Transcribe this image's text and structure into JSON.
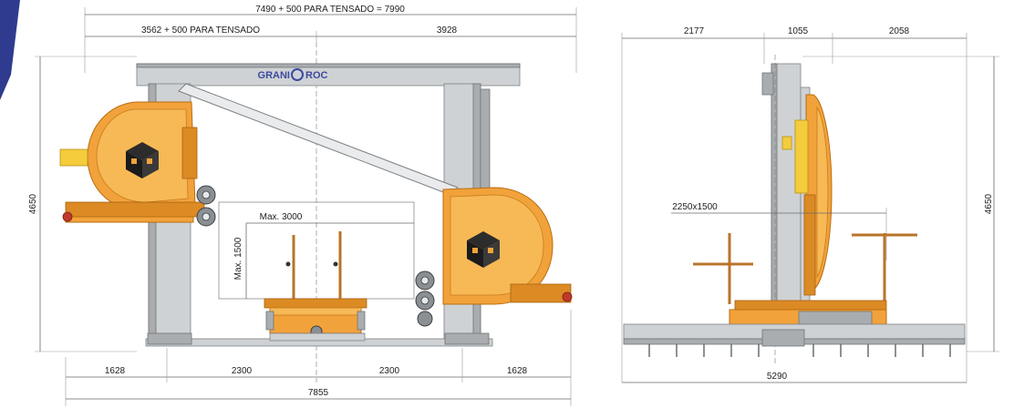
{
  "brand": {
    "name_left": "GRANI",
    "name_right": "ROC"
  },
  "front_view": {
    "dim_total_width_top": "7490 + 500 PARA TENSADO = 7990",
    "dim_left_top": "3562 + 500 PARA TENSADO",
    "dim_right_top": "3928",
    "dim_height": "4650",
    "dim_cut_width": "Max. 3000",
    "dim_cut_height": "Max. 1500",
    "dim_bottom_seg_1": "1628",
    "dim_bottom_seg_2": "2300",
    "dim_bottom_seg_3": "2300",
    "dim_bottom_seg_4": "1628",
    "dim_bottom_total": "7855"
  },
  "side_view": {
    "dim_top_left": "2177",
    "dim_top_mid": "1055",
    "dim_top_right": "2058",
    "dim_height": "4650",
    "dim_table": "2250x1500",
    "dim_bottom_total": "5290"
  },
  "colors": {
    "machine_orange": "#f2a23a",
    "frame_grey": "#cfd2d4",
    "accent_blue": "#3b4aa0",
    "corner_blue": "#2e3b8f"
  }
}
